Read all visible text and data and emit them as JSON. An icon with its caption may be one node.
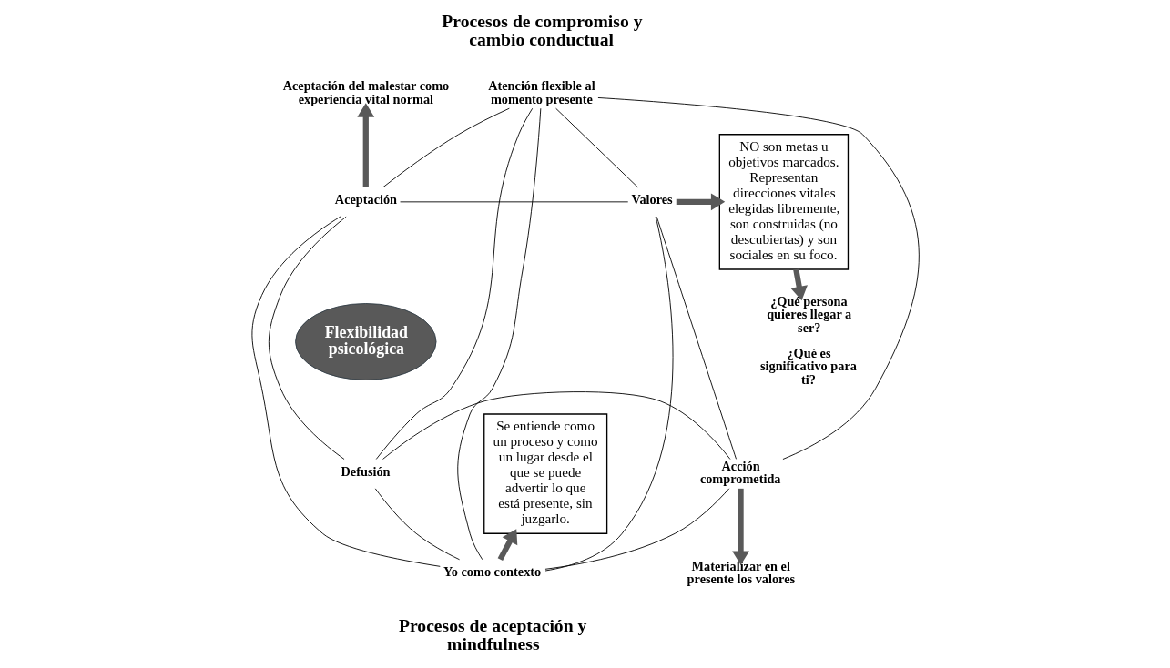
{
  "diagram": {
    "nodes": [
      {
        "text": [
          "Atención flexible al momento presente"
        ]
      },
      {
        "text": [
          "Aceptación"
        ]
      },
      {
        "text": [
          "Valores"
        ]
      },
      {
        "text": [
          "Flexibilidad psicológica"
        ]
      },
      {
        "text": [
          "Defusión"
        ]
      },
      {
        "text": [
          "Acción comprometida"
        ]
      },
      {
        "text": [
          "Yo como contexto"
        ]
      },
      {
        "text": [
          "Aceptación del malestar como experiencia vital normal"
        ]
      },
      {
        "text": [
          "NO son metas u objetivos marcados. Representan direcciones vitales elegidas libremente, son construidas (no descubiertas) y son sociales en su foco."
        ]
      },
      {
        "text": [
          "¿Qué persona quieres llegar a ser?",
          "¿Qué es significativo para ti?"
        ]
      },
      {
        "text": [
          "Se entiende como un proceso y como un lugar desde el que se puede advertir lo que está presente, sin juzgarlo."
        ]
      },
      {
        "text": [
          "Materializar en el presente los valores"
        ]
      }
    ],
    "edges": [
      {
        "from": 0,
        "to": 1,
        "arrow": "none"
      },
      {
        "from": 0,
        "to": 2,
        "arrow": "none"
      },
      {
        "from": 1,
        "to": 4,
        "arrow": "none"
      },
      {
        "from": 2,
        "to": 5,
        "arrow": "none"
      },
      {
        "from": 4,
        "to": 6,
        "arrow": "none"
      },
      {
        "from": 5,
        "to": 6,
        "arrow": "none"
      },
      {
        "from": 0,
        "to": 6,
        "arrow": "none"
      },
      {
        "from": 1,
        "to": 2,
        "arrow": "none"
      },
      {
        "from": 4,
        "to": 5,
        "arrow": "none"
      },
      {
        "from": 0,
        "to": 4,
        "arrow": "none"
      },
      {
        "from": 0,
        "to": 5,
        "arrow": "none"
      },
      {
        "from": 1,
        "to": 6,
        "arrow": "none"
      },
      {
        "from": 2,
        "to": 6,
        "arrow": "none"
      },
      {
        "from": 1,
        "to": 7,
        "arrow": "to",
        "style": "thick",
        "color": "#595959"
      },
      {
        "from": 2,
        "to": 8,
        "arrow": "to",
        "style": "thick",
        "color": "#595959"
      },
      {
        "from": 8,
        "to": 9,
        "arrow": "to",
        "style": "thick",
        "color": "#595959"
      },
      {
        "from": 5,
        "to": 11,
        "arrow": "to",
        "style": "thick",
        "color": "#595959"
      },
      {
        "from": 6,
        "to": 10,
        "arrow": "to",
        "style": "thick",
        "color": "#595959"
      }
    ],
    "labels": [
      "Procesos de compromiso y cambio conductual",
      "Procesos de aceptación y mindfulness"
    ]
  }
}
